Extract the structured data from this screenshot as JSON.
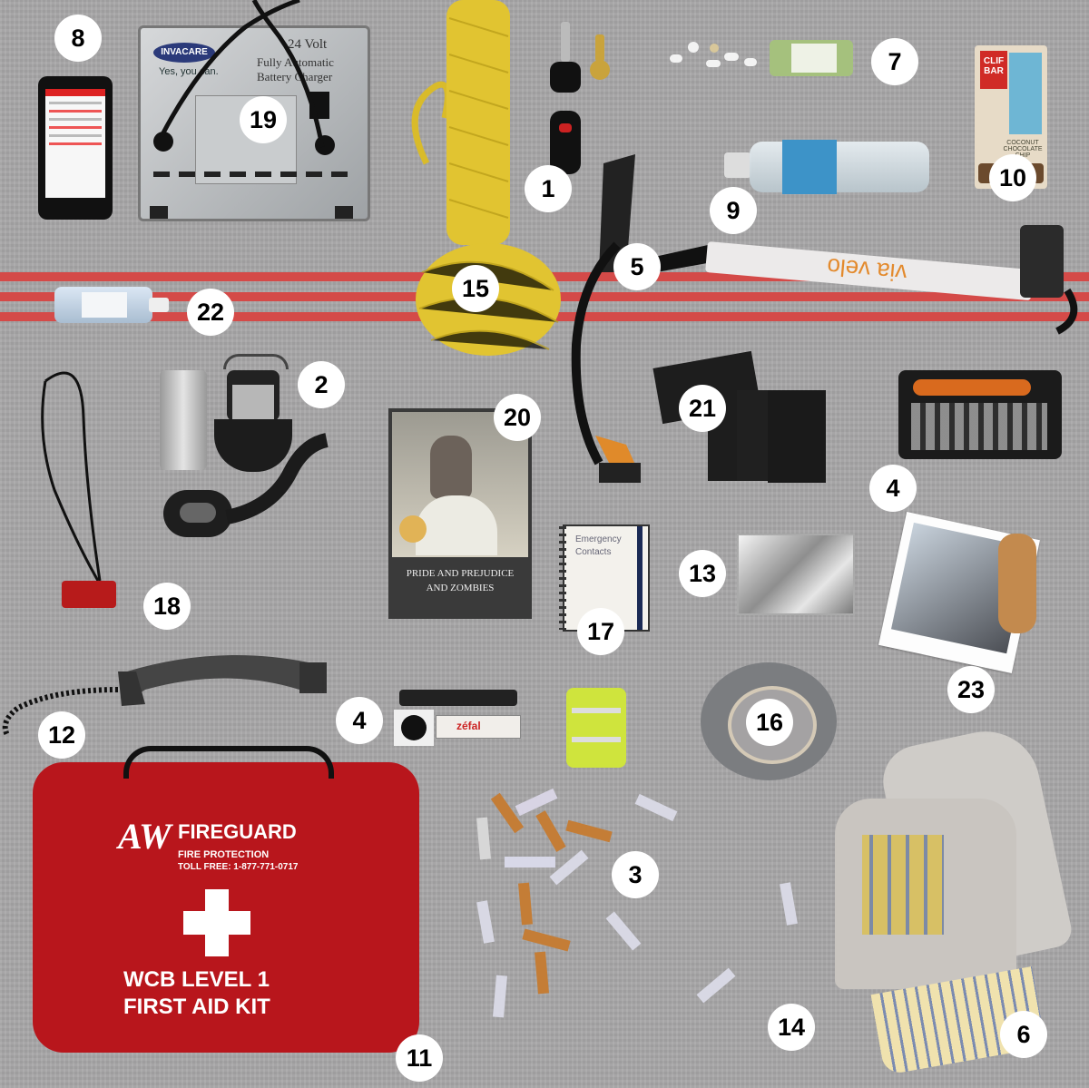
{
  "markers": [
    "1",
    "2",
    "3",
    "4",
    "4",
    "5",
    "6",
    "7",
    "8",
    "9",
    "10",
    "11",
    "12",
    "13",
    "14",
    "15",
    "16",
    "17",
    "18",
    "19",
    "20",
    "21",
    "22",
    "23"
  ],
  "labels": {
    "charger_brand": "INVACARE",
    "charger_slogan": "Yes, you can.",
    "charger_voltage": "24 Volt",
    "charger_line1": "Fully Automatic",
    "charger_line2": "Battery Charger",
    "pump_brand": "via velo",
    "book_title_line1": "PRIDE AND PREJUDICE",
    "book_title_line2": "AND ZOMBIES",
    "clif_brand": "CLIF",
    "clif_bar": "BAR",
    "clif_flavor": "COCONUT CHOCOLATE CHIP",
    "notebook_text": "Emergency Contacts",
    "patch_brand": "zéfal",
    "kit_brand": "FIREGUARD",
    "kit_sub": "FIRE PROTECTION",
    "kit_toll": "TOLL FREE: 1-877-771-0717",
    "kit_line1": "WCB LEVEL 1",
    "kit_line2": "FIRST AID KIT"
  },
  "colors": {
    "blanket": "#a8a7a8",
    "stripe": "#d44a48",
    "kit_bag": "#b8161c",
    "rope": "#e3c533",
    "marker_bg": "#ffffff"
  }
}
